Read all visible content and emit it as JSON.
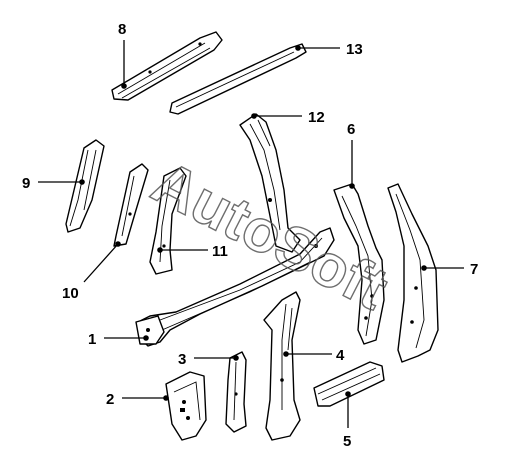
{
  "watermark": "AutoSoft",
  "callouts": {
    "c1": "1",
    "c2": "2",
    "c3": "3",
    "c4": "4",
    "c5": "5",
    "c6": "6",
    "c7": "7",
    "c8": "8",
    "c9": "9",
    "c10": "10",
    "c11": "11",
    "c12": "12",
    "c13": "13"
  }
}
